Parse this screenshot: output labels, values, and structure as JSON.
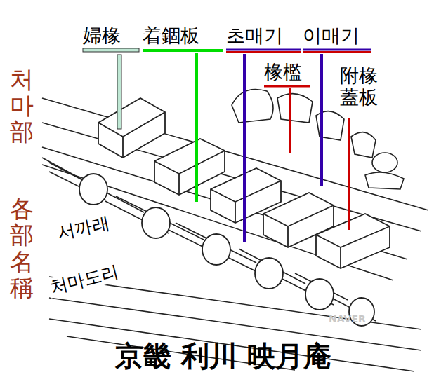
{
  "diagram": {
    "caption": "京畿 利川 映月庵",
    "labels": [
      "婦椽",
      "着錮板",
      "초매기",
      "이매기",
      "椽檻",
      "附椽 蓋板",
      "처마部",
      "各部名稱",
      "서까래",
      "처마도리",
      "NAVER"
    ]
  }
}
